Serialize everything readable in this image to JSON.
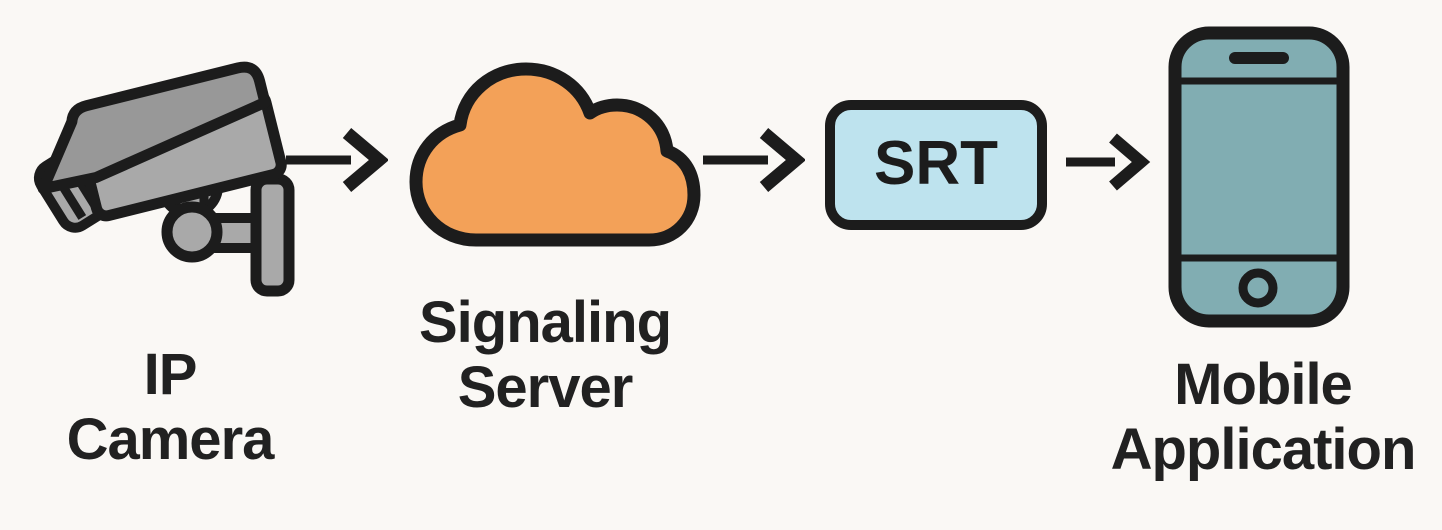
{
  "diagram": {
    "background": "#faf8f5",
    "nodes": [
      {
        "id": "ip-camera",
        "icon": "cctv-camera-icon",
        "label_line1": "IP",
        "label_line2": "Camera"
      },
      {
        "id": "signaling-server",
        "icon": "cloud-icon",
        "label_line1": "Signaling",
        "label_line2": "Server"
      },
      {
        "id": "srt-protocol",
        "icon": "rounded-badge",
        "label": "SRT"
      },
      {
        "id": "mobile-application",
        "icon": "smartphone-icon",
        "label_line1": "Mobile",
        "label_line2": "Application"
      }
    ],
    "connectors": [
      {
        "from": "ip-camera",
        "to": "signaling-server",
        "type": "arrow-right"
      },
      {
        "from": "signaling-server",
        "to": "srt-protocol",
        "type": "arrow-right"
      },
      {
        "from": "srt-protocol",
        "to": "mobile-application",
        "type": "arrow-right"
      }
    ],
    "palette": {
      "bg": "#faf8f5",
      "ink": "#1c1c1c",
      "text": "#212121",
      "camera-gray": "#a9a9a9",
      "camera-gray-dark": "#989898",
      "cloud-orange": "#f3a158",
      "srt-blue": "#bee3ee",
      "phone-teal": "#81adb2"
    }
  }
}
